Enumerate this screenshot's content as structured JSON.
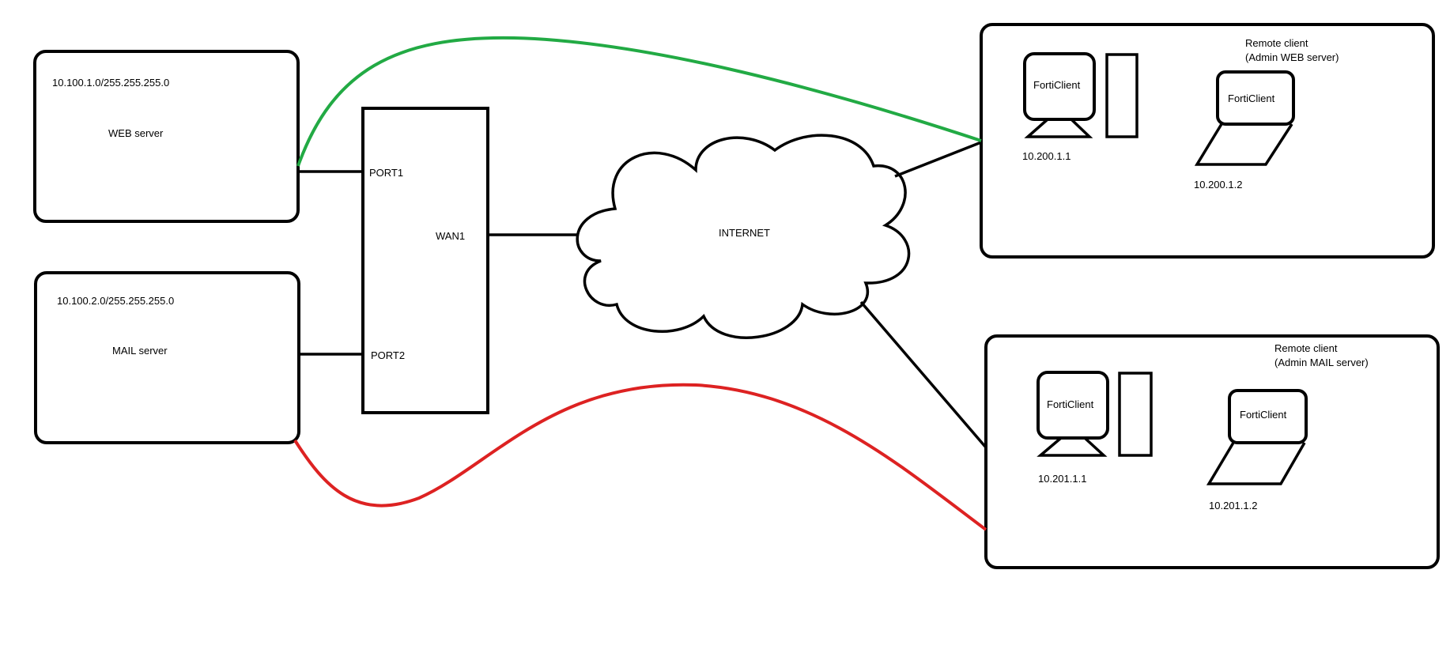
{
  "colors": {
    "line": "#000000",
    "web_link": "#22aa44",
    "mail_link": "#dd2222",
    "background": "#ffffff"
  },
  "web_server": {
    "subnet": "10.100.1.0/255.255.255.0",
    "label": "WEB server"
  },
  "mail_server": {
    "subnet": "10.100.2.0/255.255.255.0",
    "label": "MAIL server"
  },
  "firewall": {
    "port1": "PORT1",
    "port2": "PORT2",
    "wan": "WAN1"
  },
  "internet": {
    "label": "INTERNET"
  },
  "remote_web": {
    "title_line1": "Remote client",
    "title_line2": "(Admin WEB server)",
    "desktop_label": "FortiClient",
    "desktop_ip": "10.200.1.1",
    "laptop_label": "FortiClient",
    "laptop_ip": "10.200.1.2"
  },
  "remote_mail": {
    "title_line1": "Remote client",
    "title_line2": "(Admin MAIL server)",
    "desktop_label": "FortiClient",
    "desktop_ip": "10.201.1.1",
    "laptop_label": "FortiClient",
    "laptop_ip": "10.201.1.2"
  }
}
